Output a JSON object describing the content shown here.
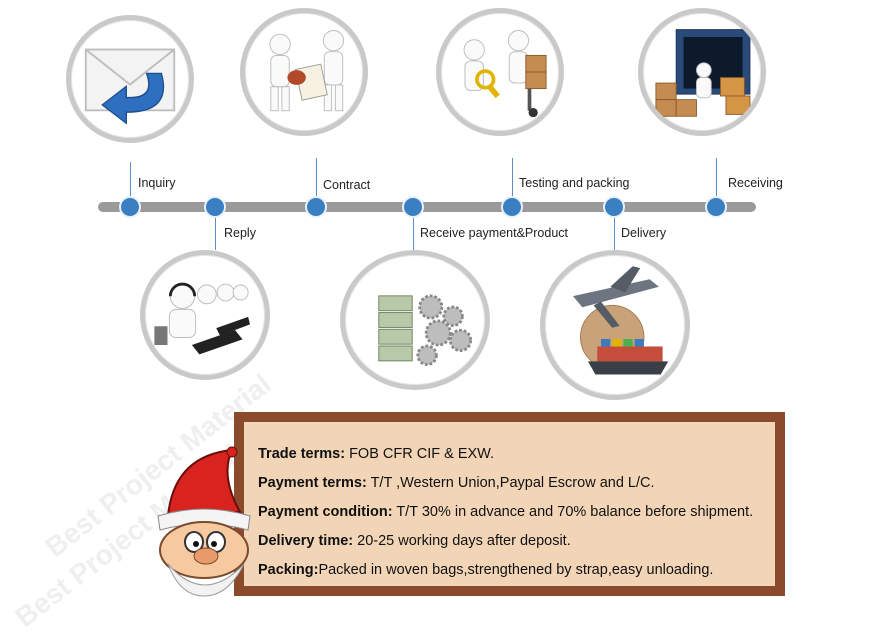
{
  "steps": {
    "inquiry": "Inquiry",
    "reply": "Reply",
    "contract": "Contract",
    "receive_payment": "Receive payment&Product",
    "testing": "Testing and packing",
    "delivery": "Delivery",
    "receiving": "Receiving"
  },
  "watermark": "Best Project Material",
  "terms": [
    {
      "key": "Trade terms:",
      "value": " FOB CFR CIF & EXW."
    },
    {
      "key": "Payment terms:",
      "value": " T/T ,Western Union,Paypal Escrow and L/C."
    },
    {
      "key": "Payment condition:",
      "value": " T/T 30% in advance and 70% balance before shipment."
    },
    {
      "key": "Delivery time:",
      "value": " 20-25 working days after deposit."
    },
    {
      "key": "Packing:",
      "value": "Packed in woven bags,strengthened by strap,easy unloading."
    }
  ],
  "colors": {
    "node": "#3a7fc2",
    "bar": "#9a9a9a",
    "box_border": "#8b4a2b",
    "box_fill": "#f2d5b7"
  }
}
